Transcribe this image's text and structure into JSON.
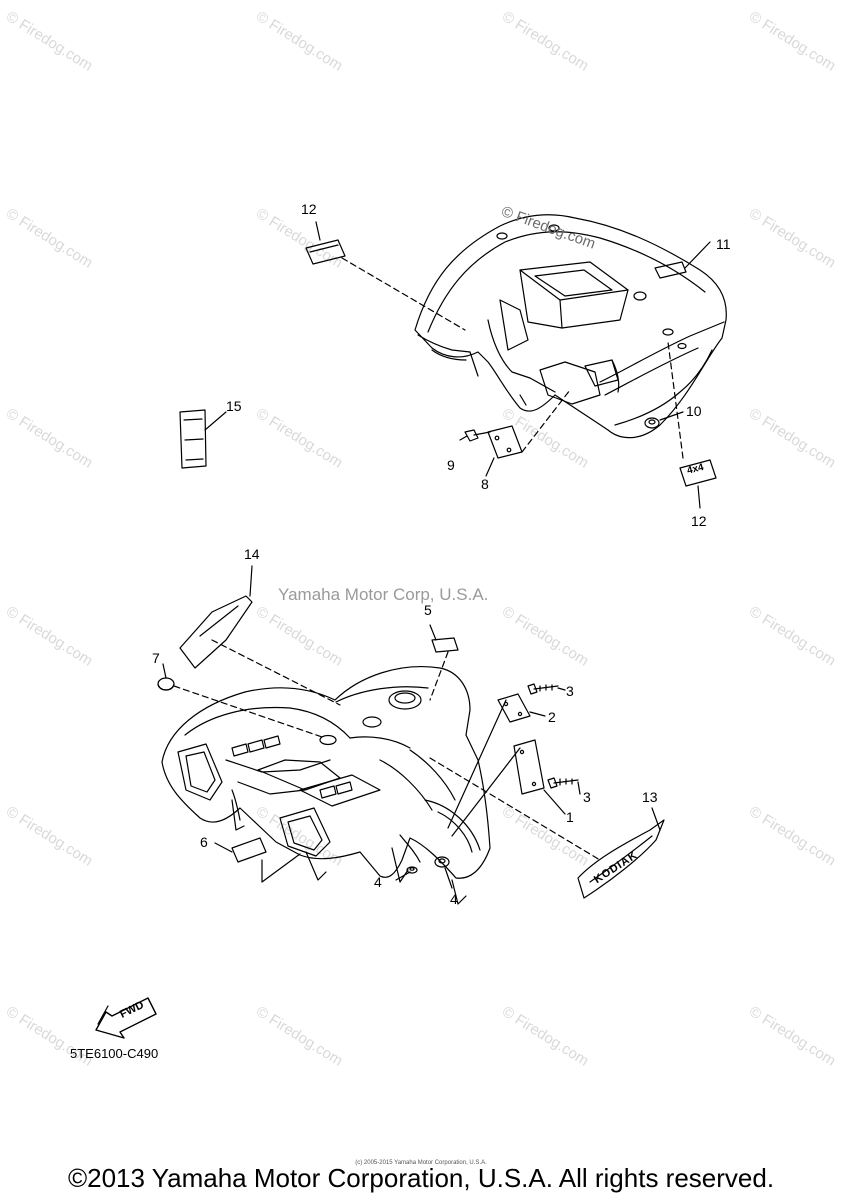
{
  "watermark_text": "© Firedog.com",
  "top_mark": "© Firedog.com",
  "center_mark": "Yamaha Motor Corp, U.S.A.",
  "fwd_label": "FWD",
  "decal_text_4x4": "4x4",
  "decal_text_kodiak": "KODIAK",
  "diagram_code": "5TE6100-C490",
  "small_print": "(c) 2005-2015 Yamaha Motor Corporation, U.S.A.",
  "copyright": "©2013 Yamaha Motor Corporation, U.S.A. All rights reserved.",
  "callouts": {
    "c12a": "12",
    "c11": "11",
    "c15": "15",
    "c10": "10",
    "c9": "9",
    "c8": "8",
    "c12b": "12",
    "c14": "14",
    "c5": "5",
    "c7": "7",
    "c3a": "3",
    "c2": "2",
    "c13": "13",
    "c3b": "3",
    "c1": "1",
    "c6": "6",
    "c4a": "4",
    "c4b": "4"
  },
  "colors": {
    "line": "#000000",
    "watermark": "#d9d9d9",
    "gray_text": "#9a9a9a"
  }
}
